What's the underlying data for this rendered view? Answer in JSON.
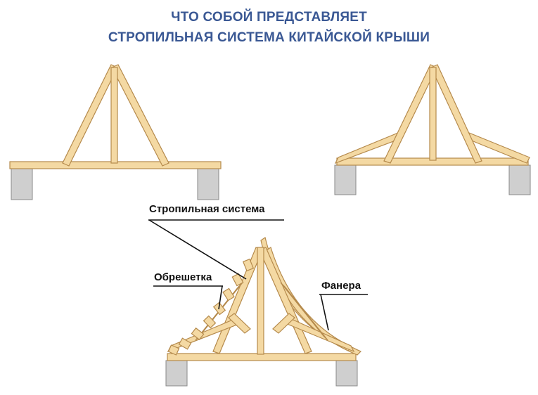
{
  "title": {
    "line1": "ЧТО СОБОЙ ПРЕДСТАВЛЯЕТ",
    "line2": "СТРОПИЛЬНАЯ СИСТЕМА КИТАЙСКОЙ КРЫШИ"
  },
  "labels": {
    "rafter_system": "Стропильная система",
    "battens": "Обрешетка",
    "plywood": "Фанера"
  },
  "colors": {
    "title": "#3a5894",
    "wood_fill": "#f4d9a3",
    "wood_stroke": "#b58a4c",
    "support_fill": "#cfcfcf",
    "support_stroke": "#8a8a8a",
    "line": "#111111"
  }
}
